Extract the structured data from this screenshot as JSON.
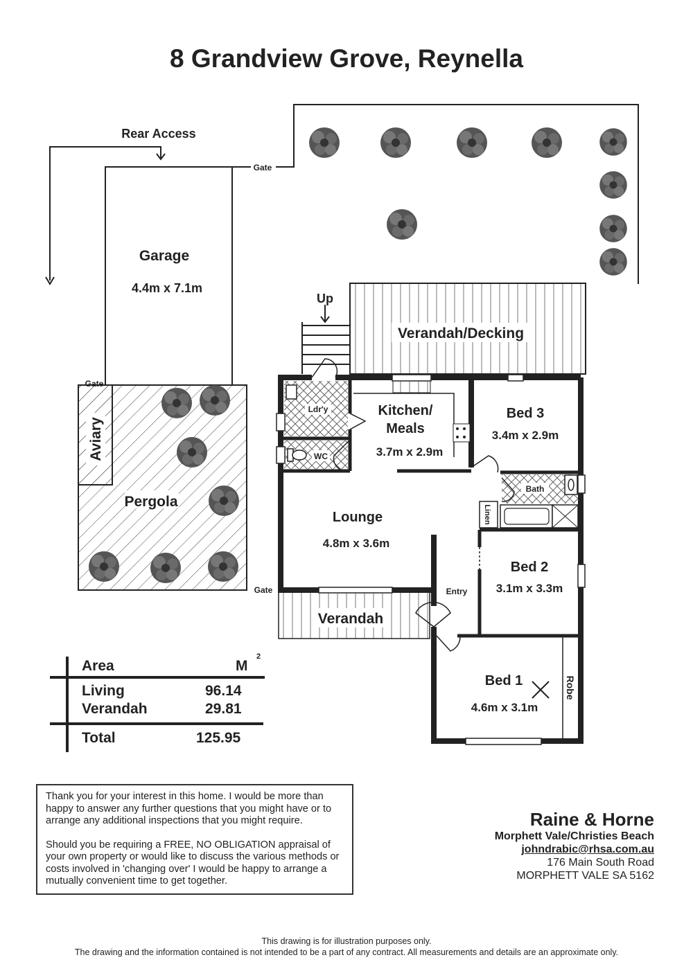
{
  "title": "8 Grandview Grove, Reynella",
  "plan": {
    "rear_access": "Rear Access",
    "up": "Up",
    "gate": "Gate",
    "entry": "Entry",
    "rooms": {
      "garage": {
        "name": "Garage",
        "size": "4.4m x 7.1m"
      },
      "verandah_decking": {
        "name": "Verandah/Decking"
      },
      "aviary": {
        "name": "Aviary"
      },
      "pergola": {
        "name": "Pergola"
      },
      "laundry": {
        "name": "Ldr'y"
      },
      "wc": {
        "name": "WC"
      },
      "kitchen": {
        "name_line1": "Kitchen/",
        "name_line2": "Meals",
        "size": "3.7m x 2.9m"
      },
      "bed3": {
        "name": "Bed 3",
        "size": "3.4m x 2.9m"
      },
      "bath": {
        "name": "Bath"
      },
      "linen": {
        "name": "Linen"
      },
      "lounge": {
        "name": "Lounge",
        "size": "4.8m x 3.6m"
      },
      "bed2": {
        "name": "Bed 2",
        "size": "3.1m x 3.3m"
      },
      "verandah": {
        "name": "Verandah"
      },
      "bed1": {
        "name": "Bed 1",
        "size": "4.6m x 3.1m"
      },
      "robe": {
        "name": "Robe"
      }
    }
  },
  "area_table": {
    "header_label": "Area",
    "header_unit": "M",
    "header_unit_sup": "2",
    "rows": [
      {
        "label": "Living",
        "value": "96.14"
      },
      {
        "label": "Verandah",
        "value": "29.81"
      }
    ],
    "total_label": "Total",
    "total_value": "125.95"
  },
  "note": {
    "paragraph1": "Thank you for your interest in this home. I would be more than happy to answer any further questions that you might have or to arrange any additional inspections that you might require.",
    "paragraph2": "Should you be requiring a FREE, NO OBLIGATION appraisal of your own property or would like to discuss the various methods or costs involved in 'changing over' I would be happy to arrange a mutually convenient time to get together."
  },
  "agent": {
    "name": "Raine & Horne",
    "branch": "Morphett Vale/Christies Beach",
    "email": "johndrabic@rhsa.com.au",
    "address_line1": "176 Main South Road",
    "address_line2": "MORPHETT VALE SA 5162"
  },
  "footer": {
    "line1": "This drawing is for illustration purposes only.",
    "line2": "The drawing and the information contained is not intended to be a part of any contract. All measurements and details are an approximate only."
  }
}
